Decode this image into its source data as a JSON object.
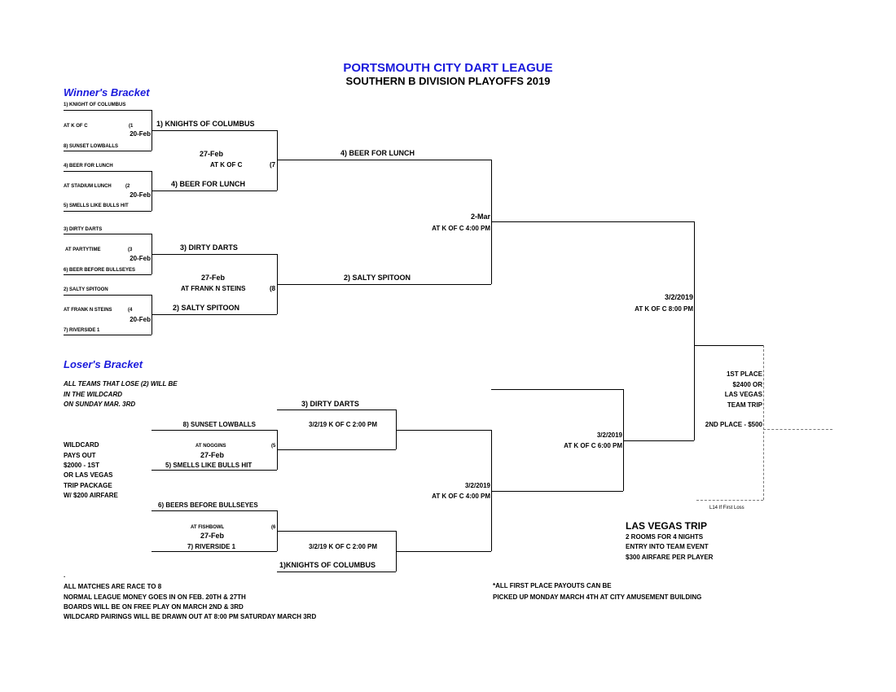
{
  "header": {
    "title": "PORTSMOUTH CITY DART LEAGUE",
    "subtitle": "SOUTHERN B DIVISION PLAYOFFS  2019"
  },
  "winners": {
    "heading": "Winner's Bracket",
    "r1": [
      {
        "top": "1) KNIGHT OF COLUMBUS",
        "loc": "AT  K OF C",
        "game": "(1",
        "date": "20-Feb",
        "bottom": "8) SUNSET LOWBALLS"
      },
      {
        "top": "4) BEER FOR LUNCH",
        "loc": "AT  STADIUM LUNCH",
        "game": "(2",
        "date": "20-Feb",
        "bottom": "5) SMELLS LIKE BULLS HIT"
      },
      {
        "top": "3) DIRTY DARTS",
        "loc": "AT PARTYTIME",
        "game": "(3",
        "date": "20-Feb",
        "bottom": "6) BEER BEFORE BULLSEYES"
      },
      {
        "top": "2) SALTY SPITOON",
        "loc": "AT  FRANK N STEINS",
        "game": "(4",
        "date": "20-Feb",
        "bottom": "7) RIVERSIDE 1"
      }
    ],
    "r2": [
      {
        "top": "1) KNIGHTS OF COLUMBUS",
        "date": "27-Feb",
        "loc": "AT  K OF C",
        "game": "(7",
        "bottom": "4) BEER FOR LUNCH"
      },
      {
        "top": "3) DIRTY DARTS",
        "date": "27-Feb",
        "loc": "AT  FRANK N STEINS",
        "game": "(8",
        "bottom": "2) SALTY SPITOON"
      }
    ],
    "r3": {
      "top": "4) BEER FOR LUNCH",
      "date": "2-Mar",
      "loc": "AT K OF C  4:00 PM",
      "bottom": "2) SALTY SPITOON"
    },
    "final": {
      "date": "3/2/2019",
      "loc": "AT K OF C  8:00 PM"
    }
  },
  "losers": {
    "heading": "Loser's Bracket",
    "note": [
      "ALL TEAMS THAT LOSE (2) WILL BE",
      "IN THE WILDCARD",
      "ON SUNDAY MAR. 3RD"
    ],
    "wildcard": [
      "WILDCARD",
      "PAYS OUT",
      "$2000 - 1ST",
      "OR LAS VEGAS",
      "TRIP PACKAGE",
      "W/ $200 AIRFARE"
    ],
    "r1": [
      {
        "top": "8) SUNSET LOWBALLS",
        "loc": "AT  NOGGINS",
        "game": "(5",
        "date": "27-Feb",
        "bottom": "5) SMELLS LIKE BULLS HIT"
      },
      {
        "top": "6) BEERS BEFORE BULLSEYES",
        "loc": "AT  FISHBOWL",
        "game": "(6",
        "date": "27-Feb",
        "bottom": "7) RIVERSIDE 1"
      }
    ],
    "r2": [
      {
        "top": "3) DIRTY DARTS",
        "info": "3/2/19    K OF C  2:00 PM"
      },
      {
        "info": "3/2/19    K OF C  2:00 PM",
        "bottom": "1)KNIGHTS OF COLUMBUS"
      }
    ],
    "r3": {
      "date": "3/2/2019",
      "loc": "AT K OF C  4:00 PM"
    },
    "r4": {
      "date": "3/2/2019",
      "loc": "AT K OF C  6:00 PM"
    }
  },
  "prizes": {
    "first": [
      "1ST PLACE",
      "$2400 OR",
      "LAS VEGAS",
      "TEAM TRIP"
    ],
    "second": "2ND PLACE - $500",
    "l14": "L14 If First Loss"
  },
  "vegas": {
    "title": "LAS VEGAS TRIP",
    "lines": [
      "2 ROOMS FOR 4 NIGHTS",
      "ENTRY INTO TEAM EVENT",
      "$300 AIRFARE PER PLAYER"
    ]
  },
  "footer": {
    "dot": ".",
    "left": [
      "ALL MATCHES ARE  RACE TO 8",
      "NORMAL LEAGUE MONEY GOES IN ON FEB. 20TH & 27TH",
      "BOARDS WILL BE ON FREE PLAY ON MARCH 2ND & 3RD",
      "WILDCARD PAIRINGS WILL BE DRAWN OUT AT 8:00 PM SATURDAY MARCH 3RD"
    ],
    "right": [
      "*ALL FIRST PLACE PAYOUTS CAN BE",
      "PICKED UP MONDAY MARCH 4TH AT CITY AMUSEMENT BUILDING"
    ]
  }
}
